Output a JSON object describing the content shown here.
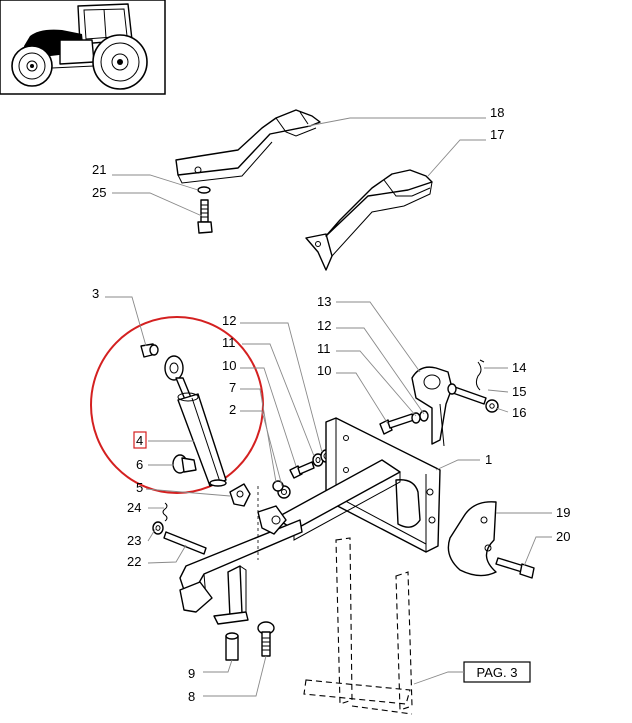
{
  "callouts": {
    "c1": "1",
    "c2": "2",
    "c3": "3",
    "c4": "4",
    "c5": "5",
    "c6": "6",
    "c7": "7",
    "c8": "8",
    "c9": "9",
    "c10a": "10",
    "c10b": "10",
    "c11a": "11",
    "c11b": "11",
    "c12a": "12",
    "c12b": "12",
    "c13": "13",
    "c14": "14",
    "c15": "15",
    "c16": "16",
    "c17": "17",
    "c18": "18",
    "c19": "19",
    "c20": "20",
    "c21": "21",
    "c22": "22",
    "c23": "23",
    "c24": "24",
    "c25": "25"
  },
  "page_ref": "PAG. 3",
  "colors": {
    "highlight_circle": "#d42020",
    "ink": "#000000"
  }
}
